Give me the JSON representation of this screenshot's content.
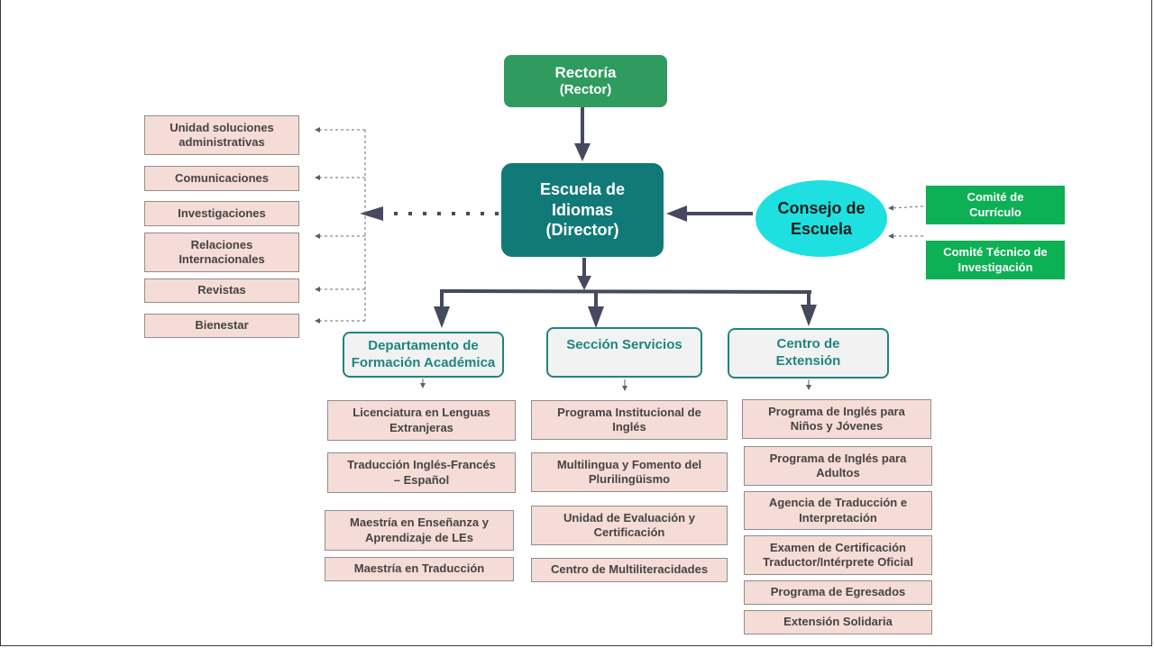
{
  "top": {
    "title": "Rectoría",
    "subtitle": "(Rector)"
  },
  "director": "Escuela de\nIdiomas\n(Director)",
  "consejo": "Consejo de\nEscuela",
  "comites": [
    "Comité de\nCurrículo",
    "Comité Técnico de\nInvestigación"
  ],
  "staff_units": [
    "Unidad soluciones\nadministrativas",
    "Comunicaciones",
    "Investigaciones",
    "Relaciones\nInternacionales",
    "Revistas",
    "Bienestar"
  ],
  "departments": [
    {
      "name": "Departamento de\nFormación Académica",
      "items": [
        "Licenciatura en Lenguas\nExtranjeras",
        "Traducción Inglés-Francés\n– Español",
        "Maestría en Enseñanza y\nAprendizaje de LEs",
        "Maestría en Traducción"
      ]
    },
    {
      "name": "Sección Servicios",
      "items": [
        "Programa Institucional de\nInglés",
        "Multilingua y Fomento del\nPlurilingüismo",
        "Unidad de Evaluación y\nCertificación",
        "Centro de Multiliteracidades"
      ]
    },
    {
      "name": "Centro de\nExtensión",
      "items": [
        "Programa de Inglés para\nNiños y Jóvenes",
        "Programa de Inglés para\nAdultos",
        "Agencia de Traducción e\nInterpretación",
        "Examen de Certificación\nTraductor/Intérprete Oficial",
        "Programa de Egresados",
        "Extensión Solidaria"
      ]
    }
  ],
  "colors": {
    "rector": "#2f9b5f",
    "director": "#117a78",
    "consejo": "#1ee0e0",
    "comite": "#0eb055",
    "dept_border": "#1e8581",
    "unit_fill": "#f6dcd6",
    "arrow": "#454a5e"
  }
}
